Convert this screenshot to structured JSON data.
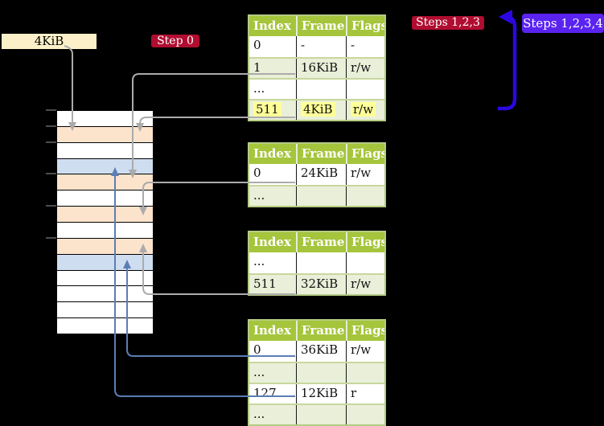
{
  "labels": {
    "page_size_box": "4KiB",
    "step0": "Step 0",
    "steps123": "Steps 1,2,3",
    "steps1234": "Steps 1,2,3,4"
  },
  "colors": {
    "background": "#000000",
    "crimson_badge": "#b00d31",
    "purple_badge": "#5a23f0",
    "page_size_box_bg": "#fcf0c8",
    "table_header_green": "#a5c53c",
    "table_row_shade": "#e9efd8",
    "table_border": "#b5cc84",
    "highlight_yellow": "#ffff99",
    "gray_connector": "#ababab",
    "blue_connector": "#5b7eb4",
    "big_arrow_blue": "#2b08e0",
    "row": {
      "white": "#ffffff",
      "orange": "#fce3cc",
      "blue": "#cfddf1"
    }
  },
  "memory_strip": {
    "rows": [
      "white",
      "orange",
      "white",
      "blue",
      "orange",
      "white",
      "orange",
      "white",
      "orange",
      "blue",
      "white",
      "white",
      "white",
      "white"
    ]
  },
  "tables": [
    {
      "name": "level-3-table",
      "columns": [
        "Index",
        "Frame",
        "Flags"
      ],
      "rows": [
        {
          "cells": [
            "0",
            "-",
            "-"
          ],
          "shade": false,
          "highlight": false
        },
        {
          "cells": [
            "1",
            "16KiB",
            "r/w"
          ],
          "shade": true,
          "highlight": false
        },
        {
          "cells": [
            "...",
            "",
            ""
          ],
          "shade": false,
          "highlight": false
        },
        {
          "cells": [
            "511",
            "4KiB",
            "r/w"
          ],
          "shade": true,
          "highlight": true
        }
      ]
    },
    {
      "name": "level-2-table",
      "columns": [
        "Index",
        "Frame",
        "Flags"
      ],
      "rows": [
        {
          "cells": [
            "0",
            "24KiB",
            "r/w"
          ],
          "shade": false,
          "highlight": false
        },
        {
          "cells": [
            "...",
            "",
            ""
          ],
          "shade": true,
          "highlight": false
        }
      ]
    },
    {
      "name": "level-1-table",
      "columns": [
        "Index",
        "Frame",
        "Flags"
      ],
      "rows": [
        {
          "cells": [
            "...",
            "",
            ""
          ],
          "shade": false,
          "highlight": false
        },
        {
          "cells": [
            "511",
            "32KiB",
            "r/w"
          ],
          "shade": true,
          "highlight": false
        }
      ]
    },
    {
      "name": "level-0-table",
      "columns": [
        "Index",
        "Frame",
        "Flags"
      ],
      "rows": [
        {
          "cells": [
            "0",
            "36KiB",
            "r/w"
          ],
          "shade": false,
          "highlight": false
        },
        {
          "cells": [
            "...",
            "",
            ""
          ],
          "shade": true,
          "highlight": false
        },
        {
          "cells": [
            "127",
            "12KiB",
            "r"
          ],
          "shade": false,
          "highlight": false
        },
        {
          "cells": [
            "...",
            "",
            ""
          ],
          "shade": true,
          "highlight": false
        }
      ]
    }
  ]
}
